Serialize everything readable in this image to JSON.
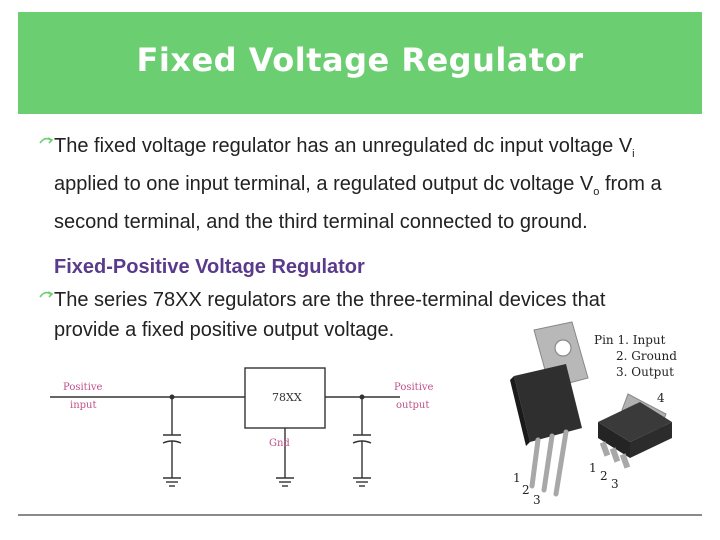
{
  "slide": {
    "title": "Fixed Voltage Regulator",
    "bullet1": {
      "text_a": "The fixed voltage regulator has an unregulated dc input voltage V",
      "sub_a": "i",
      "text_b": " applied to one input terminal, a regulated output dc voltage V",
      "sub_b": "o",
      "text_c": " from a second terminal, and the third terminal connected to ground."
    },
    "subheading": "Fixed-Positive Voltage Regulator",
    "bullet2": {
      "text": "The series 78XX regulators are the three-terminal devices that provide a fixed positive output voltage."
    }
  },
  "circuit": {
    "input_label_1": "Positive",
    "input_label_2": "input",
    "output_label_1": "Positive",
    "output_label_2": "output",
    "ic_label": "78XX",
    "gnd_label": "Gnd"
  },
  "packages": {
    "pin1": "Pin 1. Input",
    "pin2": "2. Ground",
    "pin3": "3. Output",
    "to220_pins": [
      "1",
      "2",
      "3"
    ],
    "smd_pins": [
      "1",
      "2",
      "3",
      "4"
    ]
  },
  "colors": {
    "title_bar": "#6bcf72",
    "subheading": "#5a3a8a",
    "diagram_pink": "#c0508a"
  }
}
